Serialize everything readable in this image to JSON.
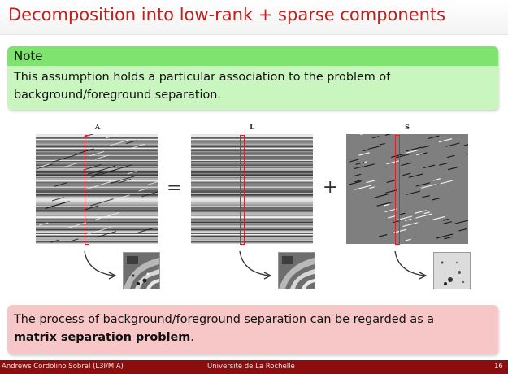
{
  "title": "Decomposition into low-rank + sparse components",
  "note": {
    "header": "Note",
    "line1": "This assumption holds a particular association to the problem of",
    "line2": "background/foreground separation."
  },
  "figure": {
    "labels": {
      "a": "A",
      "l": "L",
      "s": "S"
    },
    "equals": "=",
    "plus": "+"
  },
  "alert": {
    "line1": "The process of background/foreground separation can be regarded as a",
    "bold": "matrix separation problem",
    "end": "."
  },
  "footer": {
    "author": "Andrews Cordolino Sobral (L3I/MIA)",
    "institution": "Université de La Rochelle",
    "page": "16"
  },
  "colors": {
    "title": "#c0201c",
    "note_header": "#7fe36f",
    "note_body": "#c9f5be",
    "alert_body": "#f7c7c7",
    "footer": "#8b0d0d",
    "highlight": "#e0202a"
  }
}
